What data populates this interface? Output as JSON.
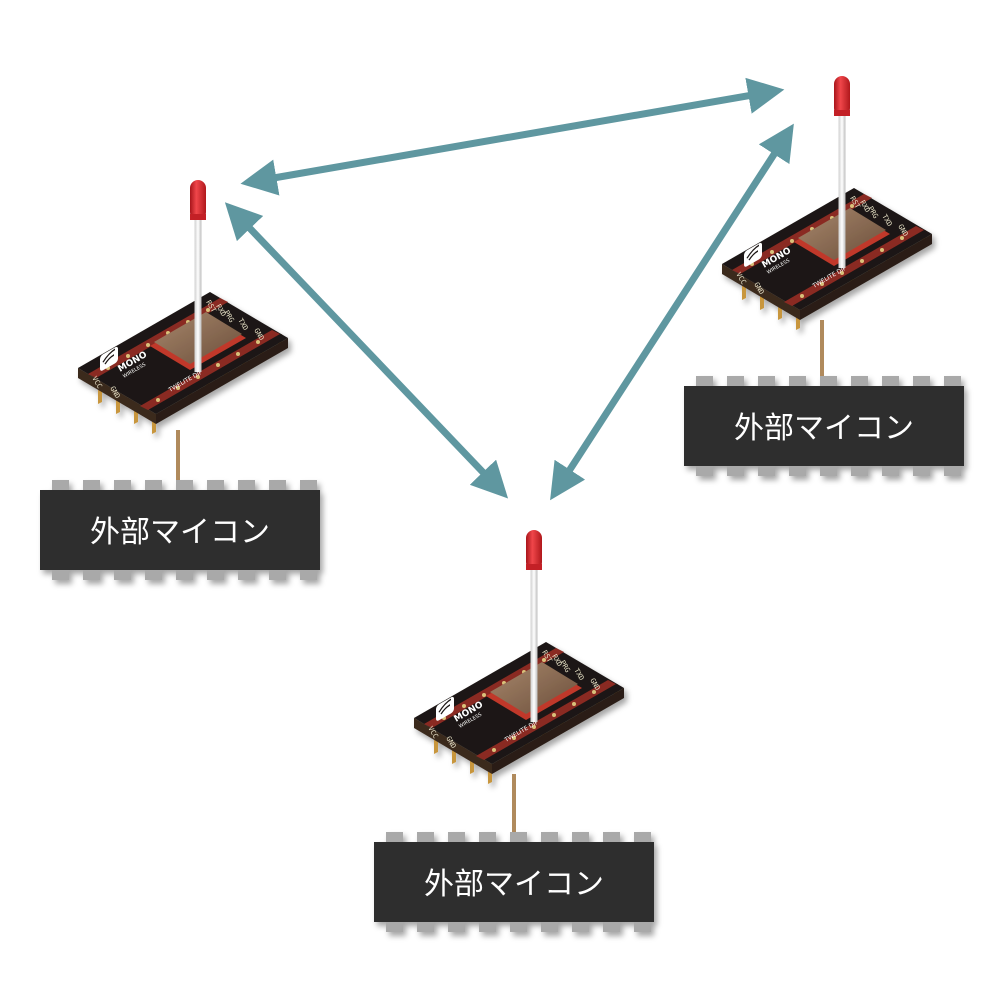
{
  "colors": {
    "arrow": "#5f97a0",
    "chip_body": "#2f2f2f",
    "chip_pin": "#a9a9a9",
    "pcb": "#1c1714",
    "antenna_tip": "#d8262a",
    "antenna_wire": "#f4f4f4",
    "module_shield": "#8a6a52",
    "lead": "#c8a06a"
  },
  "nodes": [
    {
      "id": "left",
      "module": {
        "brand_main": "MONO",
        "brand_sub": "WIRELESS",
        "model": "TWELITE DIP",
        "pins_right": [
          "RST",
          "PRG",
          "RXD",
          "TXD",
          "GND"
        ],
        "pins_left": [
          "VCC",
          "GND"
        ]
      },
      "mcu_label": "外部マイコン"
    },
    {
      "id": "right",
      "module": {
        "brand_main": "MONO",
        "brand_sub": "WIRELESS",
        "model": "TWELITE DIP",
        "pins_right": [
          "RST",
          "PRG",
          "RXD",
          "TXD",
          "GND"
        ],
        "pins_left": [
          "VCC",
          "GND"
        ]
      },
      "mcu_label": "外部マイコン"
    },
    {
      "id": "bottom",
      "module": {
        "brand_main": "MONO",
        "brand_sub": "WIRELESS",
        "model": "TWELITE DIP",
        "pins_right": [
          "RST",
          "PRG",
          "RXD",
          "TXD",
          "GND"
        ],
        "pins_left": [
          "VCC",
          "GND"
        ]
      },
      "mcu_label": "外部マイコン"
    }
  ],
  "links": [
    {
      "from": "left",
      "to": "right",
      "direction": "bidirectional"
    },
    {
      "from": "left",
      "to": "bottom",
      "direction": "bidirectional"
    },
    {
      "from": "right",
      "to": "bottom",
      "direction": "bidirectional"
    }
  ]
}
